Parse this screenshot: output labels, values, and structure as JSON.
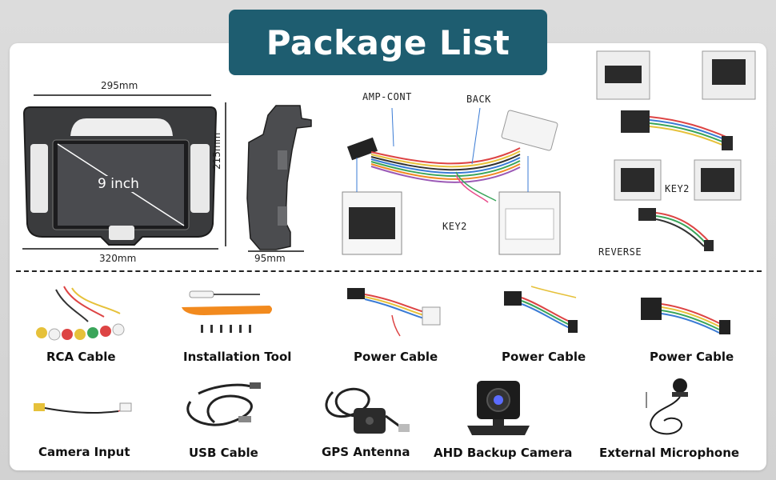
{
  "title": "Package List",
  "dimensions": {
    "width_top": "295mm",
    "width_bottom": "320mm",
    "height": "215mm",
    "depth": "95mm",
    "screen_size": "9 inch"
  },
  "wiring_labels": {
    "amp_cont": "AMP-CONT",
    "back": "BACK",
    "key2_left": "KEY2",
    "key2_right": "KEY2",
    "reverse": "REVERSE"
  },
  "items": [
    {
      "label": "RCA Cable",
      "icon": "rca-cable-icon"
    },
    {
      "label": "Installation Tool",
      "icon": "installation-tool-icon"
    },
    {
      "label": "Power Cable",
      "icon": "power-cable-icon"
    },
    {
      "label": "Power Cable",
      "icon": "power-cable-icon"
    },
    {
      "label": "Power Cable",
      "icon": "power-cable-icon"
    },
    {
      "label": "Camera Input",
      "icon": "camera-input-icon"
    },
    {
      "label": "USB Cable",
      "icon": "usb-cable-icon"
    },
    {
      "label": "GPS Antenna",
      "icon": "gps-antenna-icon"
    },
    {
      "label": "AHD Backup Camera",
      "icon": "backup-camera-icon"
    },
    {
      "label": "External Microphone",
      "icon": "microphone-icon"
    }
  ],
  "colors": {
    "banner": "#1e5d70",
    "panel": "#ffffff",
    "background": "#d8d8d8"
  }
}
